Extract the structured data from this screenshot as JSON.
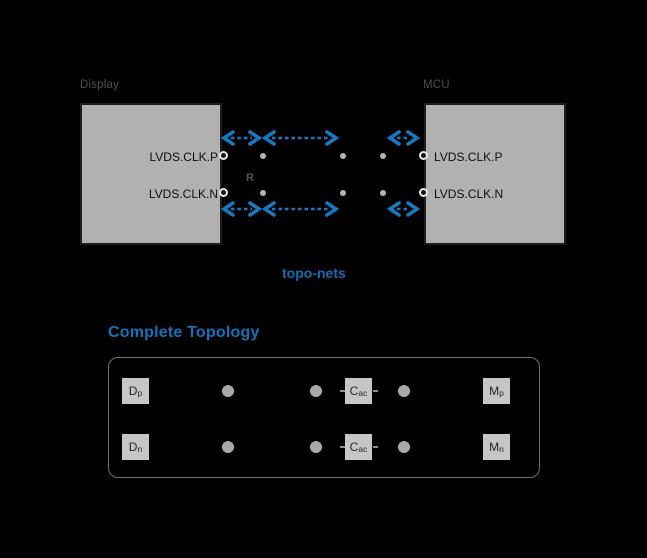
{
  "top_diagram": {
    "display": {
      "title": "Display",
      "pin_p": "LVDS.CLK.P",
      "pin_n": "LVDS.CLK.N"
    },
    "mcu": {
      "title": "MCU",
      "pin_p": "LVDS.CLK.P",
      "pin_n": "LVDS.CLK.N"
    },
    "resistor_label": "R",
    "caption": "topo-nets"
  },
  "topology": {
    "heading": "Complete Topology",
    "rows": [
      {
        "src_base": "D",
        "src_sub": "p",
        "cap_base": "C",
        "cap_sub": "ac",
        "dst_base": "M",
        "dst_sub": "p"
      },
      {
        "src_base": "D",
        "src_sub": "n",
        "cap_base": "C",
        "cap_sub": "ac",
        "dst_base": "M",
        "dst_sub": "n"
      }
    ]
  },
  "colors": {
    "background": "#000000",
    "block_fill": "#b1b1b1",
    "accent_blue": "#1879c0",
    "caption_blue": "#0f6fb7",
    "heading_blue": "#1373ba"
  }
}
